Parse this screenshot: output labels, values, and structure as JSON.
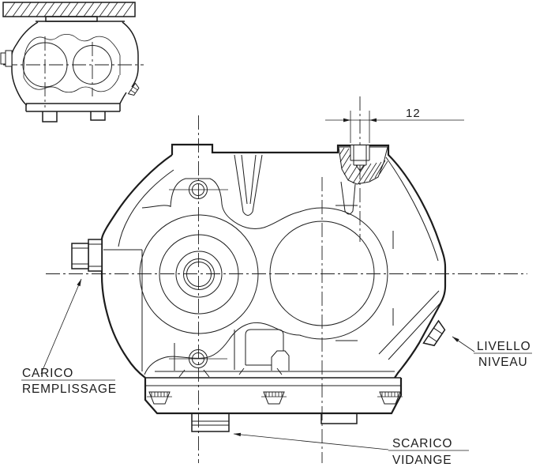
{
  "colors": {
    "background": "#ffffff",
    "line": "#1c1c1c"
  },
  "labels": {
    "fill": {
      "line1": "CARICO",
      "line2": "REMPLISSAGE"
    },
    "level": {
      "line1": "LIVELLO",
      "line2": "NIVEAU"
    },
    "drain": {
      "line1": "SCARICO",
      "line2": "VIDANGE"
    }
  },
  "dimension": {
    "value": "12"
  }
}
